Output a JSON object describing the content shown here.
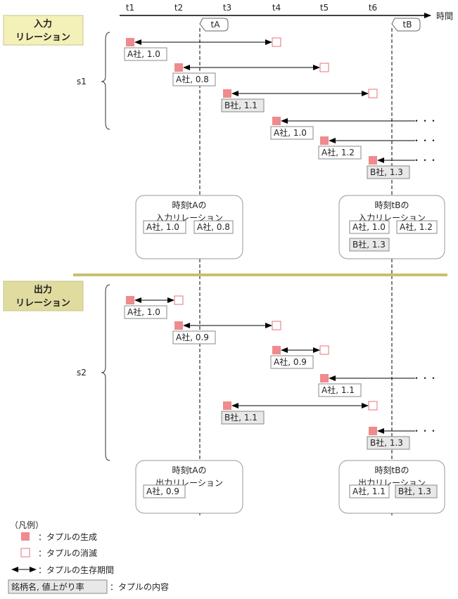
{
  "axis": {
    "label": "時間",
    "ticks": [
      "t1",
      "t2",
      "t3",
      "t4",
      "t5",
      "t6"
    ]
  },
  "markers": [
    {
      "label": "tA"
    },
    {
      "label": "tB"
    }
  ],
  "sections": [
    {
      "title": [
        "入力",
        "リレーション"
      ],
      "stream": "s1",
      "tuples": [
        {
          "start": "t1",
          "end": "t4",
          "label": "A社, 1.0",
          "shaded": false
        },
        {
          "start": "t2",
          "end": "t5",
          "label": "A社, 0.8",
          "shaded": false
        },
        {
          "start": "t3",
          "end": "t6",
          "label": "B社, 1.1",
          "shaded": true
        },
        {
          "start": "t4",
          "end": null,
          "label": "A社, 1.0",
          "shaded": false
        },
        {
          "start": "t5",
          "end": null,
          "label": "A社, 1.2",
          "shaded": false
        },
        {
          "start": "t6",
          "end": null,
          "label": "B社, 1.3",
          "shaded": true
        }
      ],
      "snapshots": [
        {
          "title": [
            "時刻tAの",
            "入力リレーション"
          ],
          "items": [
            {
              "label": "A社, 1.0",
              "shaded": false
            },
            {
              "label": "A社, 0.8",
              "shaded": false
            }
          ]
        },
        {
          "title": [
            "時刻tBの",
            "入力リレーション"
          ],
          "items": [
            {
              "label": "A社, 1.0",
              "shaded": false
            },
            {
              "label": "A社, 1.2",
              "shaded": false
            },
            {
              "label": "B社, 1.3",
              "shaded": true
            }
          ]
        }
      ]
    },
    {
      "title": [
        "出力",
        "リレーション"
      ],
      "stream": "s2",
      "tuples": [
        {
          "start": "t1",
          "end": "t2",
          "label": "A社, 1.0",
          "shaded": false
        },
        {
          "start": "t2",
          "end": "t4",
          "label": "A社, 0.9",
          "shaded": false
        },
        {
          "start": "t4",
          "end": "t5",
          "label": "A社, 0.9",
          "shaded": false
        },
        {
          "start": "t5",
          "end": null,
          "label": "A社, 1.1",
          "shaded": false
        },
        {
          "start": "t3",
          "end": "t6",
          "label": "B社, 1.1",
          "shaded": true
        },
        {
          "start": "t6",
          "end": null,
          "label": "B社, 1.3",
          "shaded": true
        }
      ],
      "snapshots": [
        {
          "title": [
            "時刻tAの",
            "出力リレーション"
          ],
          "items": [
            {
              "label": "A社, 0.9",
              "shaded": false
            }
          ]
        },
        {
          "title": [
            "時刻tBの",
            "出力リレーション"
          ],
          "items": [
            {
              "label": "A社, 1.1",
              "shaded": false
            },
            {
              "label": "B社, 1.3",
              "shaded": true
            }
          ]
        }
      ]
    }
  ],
  "continuation": "・・・",
  "legend": {
    "title": "（凡例）",
    "items": [
      {
        "kind": "created",
        "text": "：タプルの生成"
      },
      {
        "kind": "deleted",
        "text": "：タプルの消滅"
      },
      {
        "kind": "lifetime",
        "text": "：タプルの生存期間"
      },
      {
        "kind": "content",
        "sample": "銘柄名, 値上がり率",
        "text": "：タプルの内容"
      }
    ]
  },
  "colors": {
    "created_fill": "#f08a8c",
    "deleted_stroke": "#e8707a",
    "title_bg": "#f3f0b8",
    "title_bg_2": "#e0dca0",
    "divider": "#c8c070",
    "shaded_label_bg": "#e8e8e8"
  }
}
